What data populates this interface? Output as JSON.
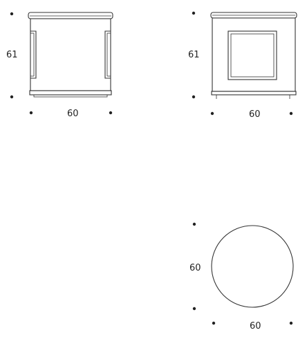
{
  "views": {
    "front": {
      "height_label": "61",
      "width_label": "60"
    },
    "side": {
      "height_label": "61",
      "width_label": "60"
    },
    "top": {
      "height_label": "60",
      "width_label": "60"
    }
  },
  "colors": {
    "line": "#333333",
    "text": "#222222",
    "background": "#ffffff"
  }
}
